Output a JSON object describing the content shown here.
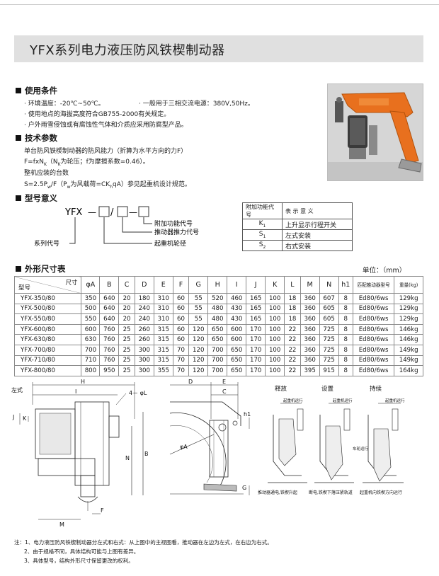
{
  "title": "YFX系列电力液压防风铁楔制动器",
  "sections": {
    "usage": "使用条件",
    "tech": "技术参数",
    "model_meaning": "型号意义",
    "dims": "外形尺寸表"
  },
  "usage_lines": [
    "· 环境温度：-20℃~50℃。",
    "· 一般用于三相交流电源：380V,50Hz。",
    "· 使用地点的海拔高度符合GB755-2000有关规定。",
    "· 户外雨雪侵蚀或有腐蚀性气体和介质应采用防腐型产品。"
  ],
  "tech_lines": [
    "单台防风铁楔制动器的防风能力（折算为水平方向的力F）",
    "F=fxN",
    "整机应装的台数",
    "S=2.5P",
    "/F（P",
    "为风载荷=CK",
    "qA）参见起重机设计规范。"
  ],
  "tech_inline": {
    "nk_sub": "K",
    "line2_rest": "（N",
    "line2_tail": "为轮压；f为摩擦系数=0.46）。",
    "w_sub": "w",
    "h_sub": "h"
  },
  "model": {
    "code": "YFX",
    "sep1": "—",
    "sep2": "/",
    "sep3": "—",
    "label_series": "系列代号",
    "label_func": "附加功能代号",
    "label_thrust": "推动器推力代号",
    "label_wheel": "起重机轮径"
  },
  "func_table": {
    "header": [
      "附加功能代号",
      "表 示 意 义"
    ],
    "rows": [
      [
        "K",
        "1",
        "上升显示行程开关"
      ],
      [
        "S",
        "1",
        "左式安装"
      ],
      [
        "S",
        "2",
        "右式安装"
      ]
    ]
  },
  "unit": "单位：（mm）",
  "dims_table": {
    "corner_top": "尺寸",
    "corner_bottom": "型号",
    "columns": [
      "φA",
      "B",
      "C",
      "D",
      "E",
      "F",
      "G",
      "H",
      "I",
      "J",
      "K",
      "L",
      "M",
      "N",
      "h1",
      "匹配推动器型号",
      "重量(kg)"
    ],
    "rows": [
      [
        "YFX-350/80",
        "350",
        "640",
        "20",
        "180",
        "310",
        "60",
        "55",
        "520",
        "460",
        "165",
        "100",
        "18",
        "360",
        "607",
        "8",
        "Ed80/6ws",
        "129kg"
      ],
      [
        "YFX-500/80",
        "500",
        "640",
        "20",
        "240",
        "310",
        "60",
        "55",
        "480",
        "430",
        "165",
        "100",
        "18",
        "360",
        "605",
        "8",
        "Ed80/6ws",
        "129kg"
      ],
      [
        "YFX-550/80",
        "550",
        "640",
        "20",
        "240",
        "310",
        "60",
        "55",
        "480",
        "430",
        "165",
        "100",
        "18",
        "360",
        "605",
        "8",
        "Ed80/6ws",
        "129kg"
      ],
      [
        "YFX-600/80",
        "600",
        "760",
        "25",
        "260",
        "315",
        "60",
        "120",
        "650",
        "600",
        "170",
        "100",
        "22",
        "360",
        "725",
        "8",
        "Ed80/6ws",
        "146kg"
      ],
      [
        "YFX-630/80",
        "630",
        "760",
        "25",
        "260",
        "315",
        "60",
        "120",
        "650",
        "600",
        "170",
        "100",
        "22",
        "360",
        "725",
        "8",
        "Ed80/6ws",
        "146kg"
      ],
      [
        "YFX-700/80",
        "700",
        "760",
        "25",
        "300",
        "315",
        "70",
        "120",
        "700",
        "650",
        "170",
        "100",
        "22",
        "360",
        "725",
        "8",
        "Ed80/6ws",
        "149kg"
      ],
      [
        "YFX-710/80",
        "710",
        "760",
        "25",
        "300",
        "315",
        "70",
        "120",
        "700",
        "650",
        "170",
        "100",
        "22",
        "360",
        "725",
        "8",
        "Ed80/6ws",
        "149kg"
      ],
      [
        "YFX-800/80",
        "800",
        "950",
        "25",
        "300",
        "355",
        "70",
        "120",
        "700",
        "650",
        "170",
        "100",
        "22",
        "395",
        "915",
        "8",
        "Ed80/6ws",
        "164kg"
      ]
    ]
  },
  "drawing_labels": {
    "left_type": "左式",
    "H": "H",
    "I": "I",
    "L": "4－ φL",
    "J": "J",
    "K": "K",
    "N": "N",
    "B": "B",
    "M": "M",
    "F": "F",
    "D": "D",
    "E": "E",
    "C": "C",
    "h1": "h1",
    "A": "φA",
    "G": "G",
    "release": "释放",
    "set": "设置",
    "hold": "持续",
    "crane_run": "起重机运行",
    "track": "车轮运行",
    "cap1": "推动器通电,铁楔升起",
    "cap2": "断电,铁楔下落压紧轨道",
    "cap3": "起重机向铁楔方向运行"
  },
  "notes": [
    "注：1、电力液压防风铁楔制动器分左式和右式：从上图中的主视图看，推动器在左边为左式，在右边为右式。",
    "2、由于规格不同，具体结构可能与上图有差异。",
    "3、具体型号，结构外形尺寸保留更改的权利。"
  ]
}
